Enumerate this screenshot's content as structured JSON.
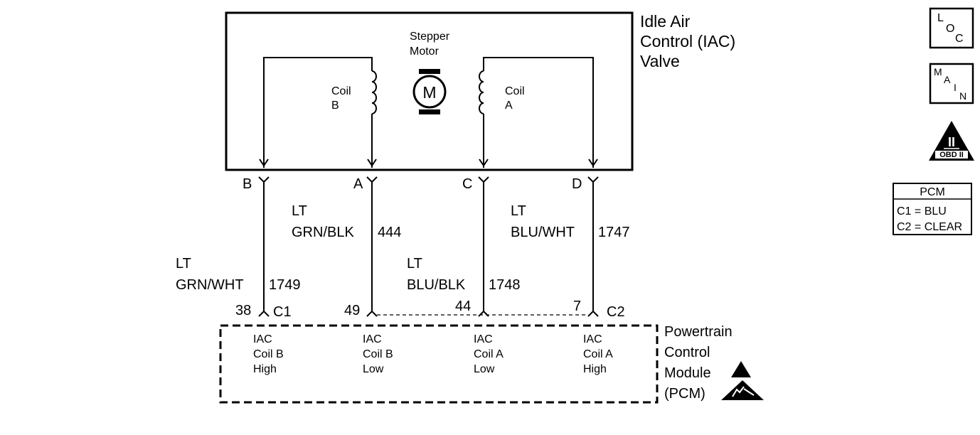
{
  "iac_valve": {
    "title_lines": [
      "Idle Air",
      "Control (IAC)",
      "Valve"
    ],
    "motor_label_lines": [
      "Stepper",
      "Motor"
    ],
    "motor_symbol": "M",
    "coil_b_lines": [
      "Coil",
      "B"
    ],
    "coil_a_lines": [
      "Coil",
      "A"
    ]
  },
  "connector_pins": [
    "B",
    "A",
    "C",
    "D"
  ],
  "wires": [
    {
      "color_lines": [
        "LT",
        "GRN/WHT"
      ],
      "circuit": "1749",
      "pcm_pin": "38"
    },
    {
      "color_lines": [
        "LT",
        "GRN/BLK"
      ],
      "circuit": "444",
      "pcm_pin": "49"
    },
    {
      "color_lines": [
        "LT",
        "BLU/BLK"
      ],
      "circuit": "1748",
      "pcm_pin": "44"
    },
    {
      "color_lines": [
        "LT",
        "BLU/WHT"
      ],
      "circuit": "1747",
      "pcm_pin": "7"
    }
  ],
  "pcm_connectors": {
    "c1": "C1",
    "c2": "C2"
  },
  "pcm": {
    "title_lines": [
      "Powertrain",
      "Control",
      "Module",
      "(PCM)"
    ],
    "functions": [
      [
        "IAC",
        "Coil B",
        "High"
      ],
      [
        "IAC",
        "Coil B",
        "Low"
      ],
      [
        "IAC",
        "Coil A",
        "Low"
      ],
      [
        "IAC",
        "Coil A",
        "High"
      ]
    ]
  },
  "sidebar": {
    "loc_icon": [
      "L",
      "O",
      "C"
    ],
    "main_icon": [
      "M",
      "A",
      "I",
      "N"
    ],
    "obd_icon": {
      "numeral": "II",
      "label": "OBD II"
    },
    "pcm_legend": {
      "title": "PCM",
      "rows": [
        "C1 = BLU",
        "C2 = CLEAR"
      ]
    }
  },
  "icons": {
    "esd": "esd-warning-icon",
    "motor": "stepper-motor-icon",
    "coil": "coil-icon"
  }
}
